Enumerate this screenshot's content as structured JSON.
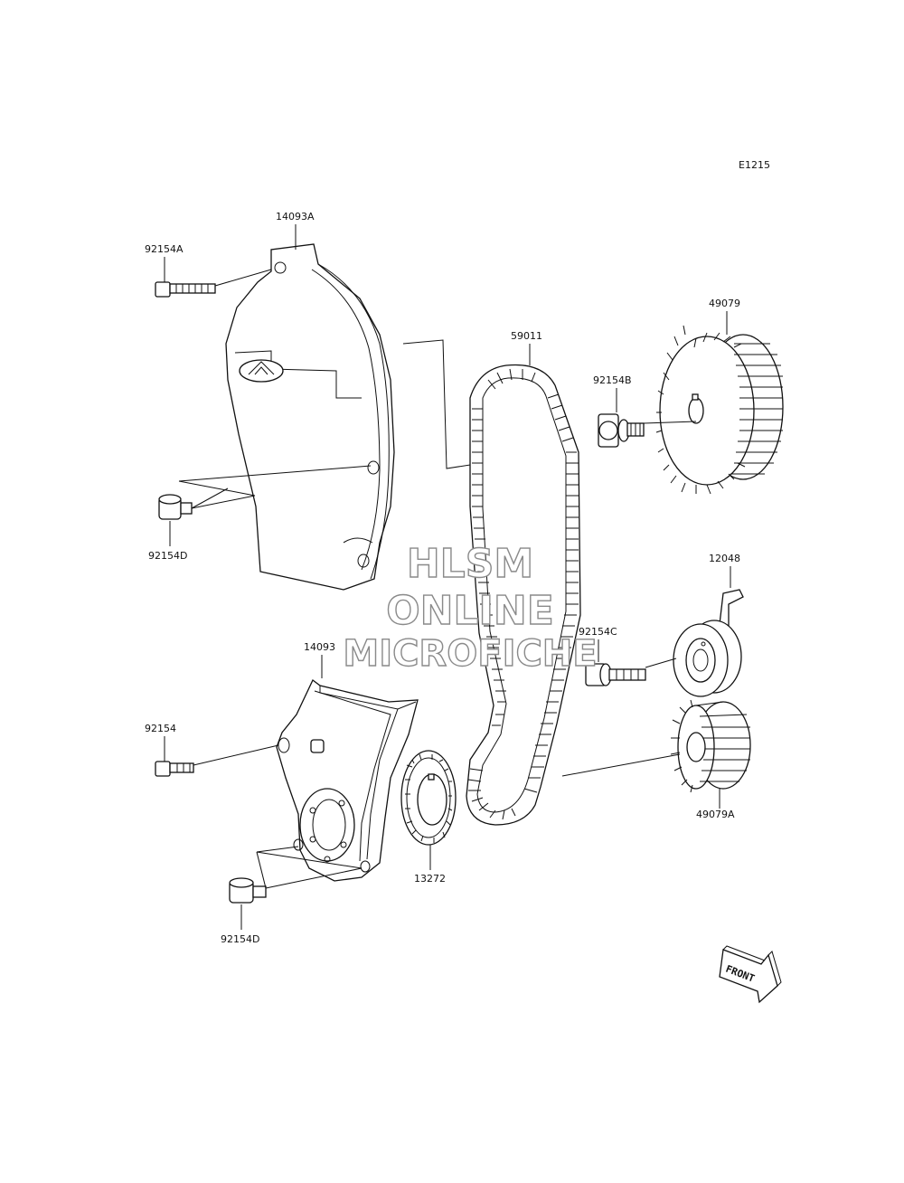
{
  "diagram_code": "E1215",
  "parts": {
    "cover_upper": "14093A",
    "bolt_upper": "92154A",
    "bolt_cover_lower_left": "92154D",
    "belt": "59011",
    "bolt_pulley": "92154B",
    "cam_pulley": "49079",
    "tensioner": "12048",
    "bolt_tensioner": "92154C",
    "cover_lower": "14093",
    "bolt_lower": "92154",
    "crank_pulley": "49079A",
    "washer": "13272",
    "bolt_cover_lower_bottom": "92154D"
  },
  "watermark": {
    "line1": "HLSM",
    "line2": "ONLINE",
    "line3": "MICROFICHE"
  },
  "front_label": "FRONT",
  "colors": {
    "ink": "#111111",
    "watermark_stroke": "#8a8a8a",
    "background": "#ffffff"
  }
}
